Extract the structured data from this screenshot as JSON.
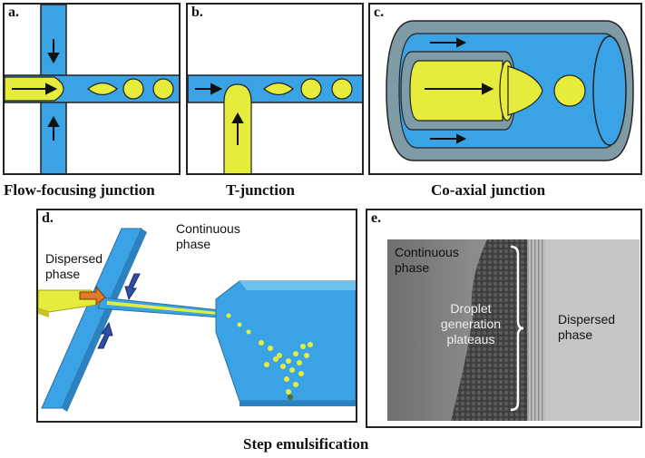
{
  "panels": {
    "a": {
      "label": "a.",
      "caption": "Flow-focusing junction"
    },
    "b": {
      "label": "b.",
      "caption": "T-junction"
    },
    "c": {
      "label": "c.",
      "caption": "Co-axial junction"
    },
    "d": {
      "label": "d.",
      "caption": "Step emulsification",
      "continuous_line1": "Continuous",
      "continuous_line2": "phase",
      "dispersed_line1": "Dispersed",
      "dispersed_line2": "phase"
    },
    "e": {
      "label": "e.",
      "continuous_line1": "Continuous",
      "continuous_line2": "phase",
      "droplet_line1": "Droplet",
      "droplet_line2": "generation",
      "droplet_line3": "plateaus",
      "dispersed_line1": "Dispersed",
      "dispersed_line2": "phase"
    }
  },
  "colors": {
    "continuous_phase": "#3aa3e6",
    "dispersed_phase": "#e6ec3c",
    "outline": "#222222",
    "coaxial_outer": "#7e9ba6"
  }
}
